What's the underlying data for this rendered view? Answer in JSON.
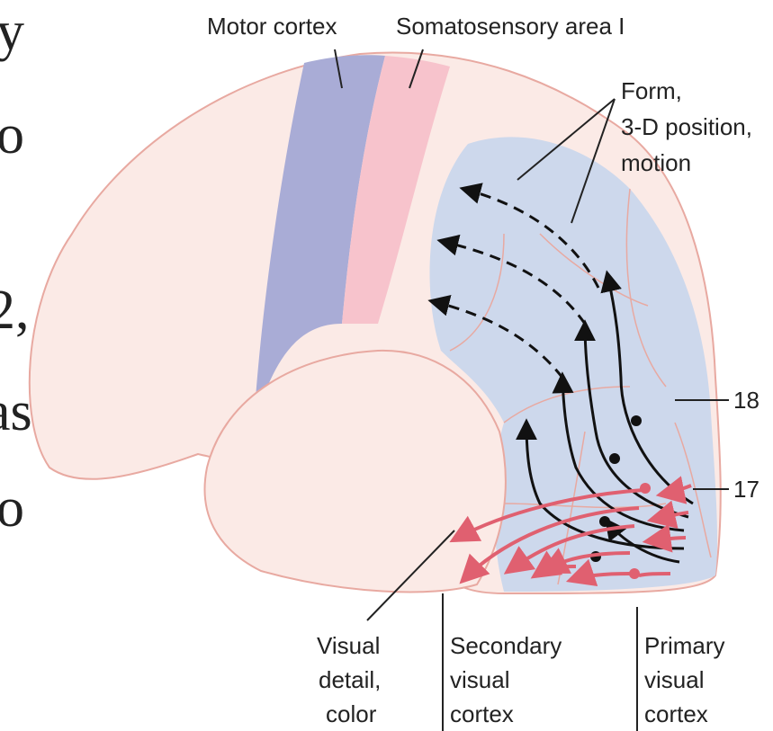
{
  "labels": {
    "motor_cortex": "Motor cortex",
    "somatosensory": "Somatosensory area I",
    "form": [
      "Form,",
      "3-D position,",
      "motion"
    ],
    "area_18": "18",
    "area_17": "17",
    "visual_detail": [
      "Visual",
      "detail,",
      "color"
    ],
    "secondary": [
      "Secondary",
      "visual",
      "cortex"
    ],
    "primary": [
      "Primary",
      "visual",
      "cortex"
    ]
  },
  "slide_text_fragments": [
    "y",
    "o",
    "2,",
    "as",
    "o"
  ],
  "colors": {
    "brain": "#fbeae6",
    "brain_outline": "#e8a9a1",
    "motor": "#a9acd6",
    "somatosensory": "#f7c3cc",
    "visual": "#cdd8ec",
    "pathway_black": "#111111",
    "pathway_red": "#e06070"
  }
}
